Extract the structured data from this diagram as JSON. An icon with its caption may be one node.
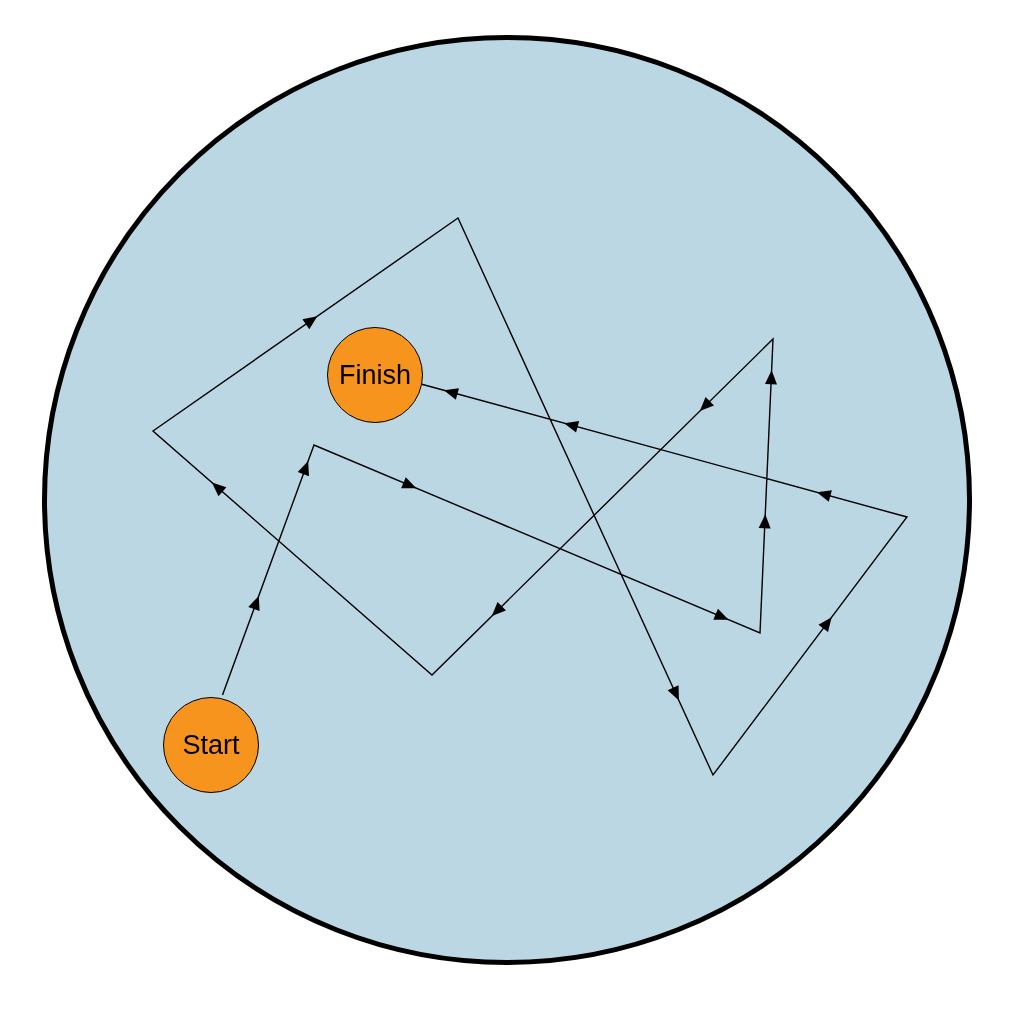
{
  "diagram": {
    "nodes": [
      {
        "text": [],
        "shape": "circle"
      },
      {
        "text": [
          "Start"
        ],
        "in": 0
      },
      {
        "text": [
          "Finish"
        ],
        "in": 0
      }
    ],
    "edges": [
      {
        "from": 1,
        "to": 2,
        "arrow": "to"
      }
    ]
  }
}
